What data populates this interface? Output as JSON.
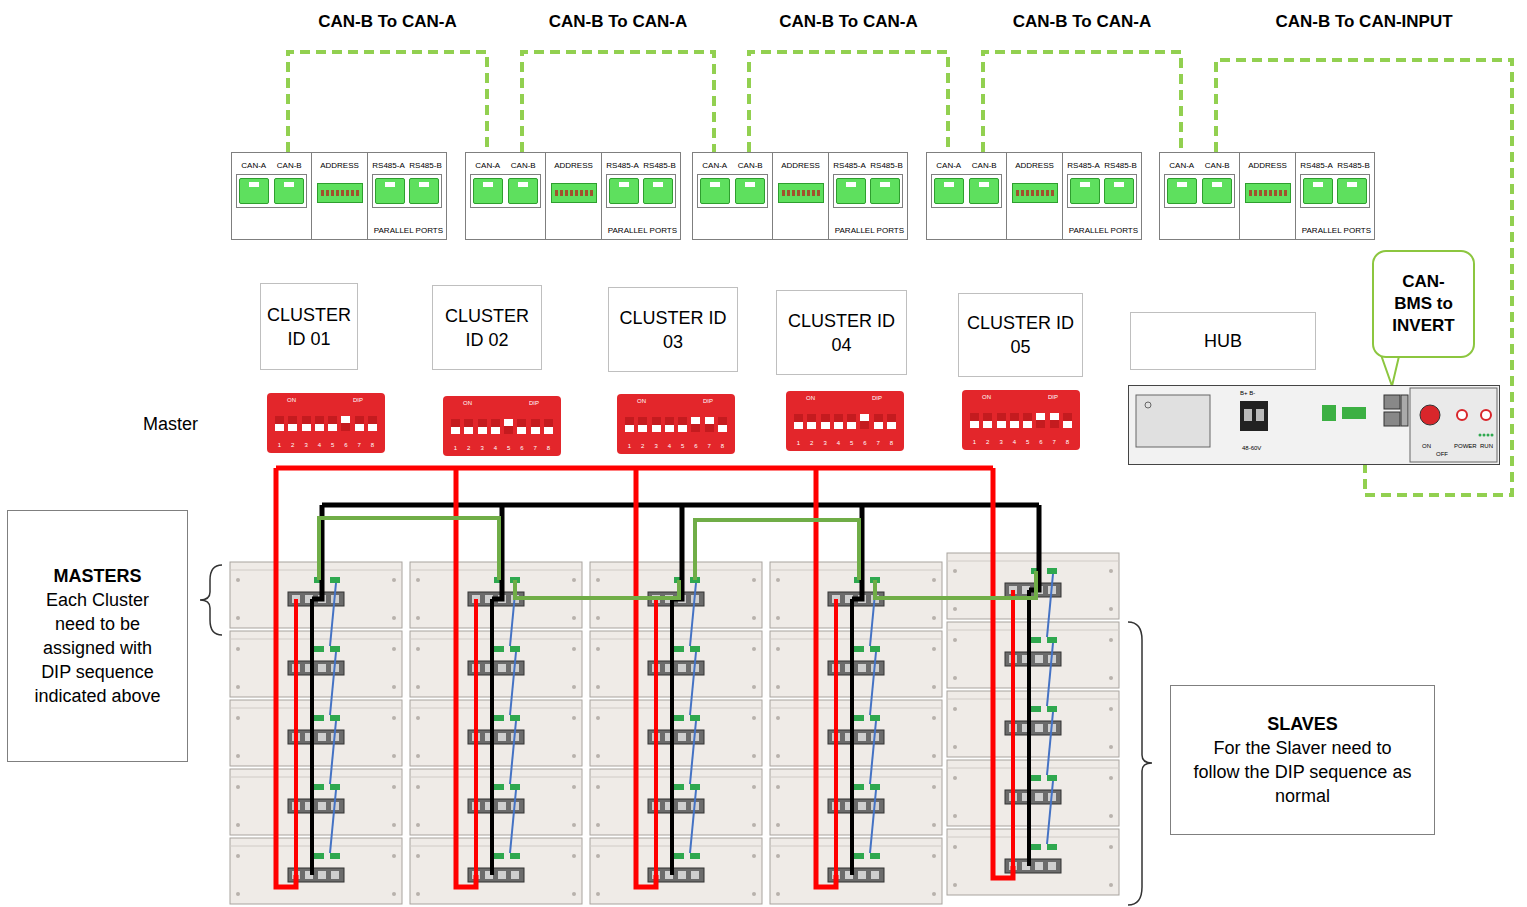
{
  "diagram": {
    "nodes": [
      {
        "text": [
          "CAN-A",
          "CAN-B",
          "ADDRESS",
          "RS485-A",
          "RS485-B",
          "PARALLEL PORTS"
        ]
      },
      {
        "text": [
          "CAN-A",
          "CAN-B",
          "ADDRESS",
          "RS485-A",
          "RS485-B",
          "PARALLEL PORTS"
        ]
      },
      {
        "text": [
          "CAN-A",
          "CAN-B",
          "ADDRESS",
          "RS485-A",
          "RS485-B",
          "PARALLEL PORTS"
        ]
      },
      {
        "text": [
          "CAN-A",
          "CAN-B",
          "ADDRESS",
          "RS485-A",
          "RS485-B",
          "PARALLEL PORTS"
        ]
      },
      {
        "text": [
          "CAN-A",
          "CAN-B",
          "ADDRESS",
          "RS485-A",
          "RS485-B",
          "PARALLEL PORTS"
        ]
      },
      {
        "text": [
          "CAN-BMS to INVERT"
        ]
      },
      {
        "text": [
          "CLUSTER ID 01"
        ]
      },
      {
        "text": [
          "CLUSTER ID 02"
        ]
      },
      {
        "text": [
          "CLUSTER ID 03"
        ]
      },
      {
        "text": [
          "CLUSTER ID 04"
        ]
      },
      {
        "text": [
          "CLUSTER ID 05"
        ]
      },
      {
        "text": [
          "HUB"
        ]
      },
      {
        "text": [
          "ON",
          "DIP",
          "1",
          "2",
          "3",
          "4",
          "5",
          "6",
          "7",
          "8"
        ]
      },
      {
        "text": [
          "ON",
          "DIP",
          "1",
          "2",
          "3",
          "4",
          "5",
          "6",
          "7",
          "8"
        ]
      },
      {
        "text": [
          "ON",
          "DIP",
          "1",
          "2",
          "3",
          "4",
          "5",
          "6",
          "7",
          "8"
        ]
      },
      {
        "text": [
          "ON",
          "DIP",
          "1",
          "2",
          "3",
          "4",
          "5",
          "6",
          "7",
          "8"
        ]
      },
      {
        "text": [
          "ON",
          "DIP",
          "1",
          "2",
          "3",
          "4",
          "5",
          "6",
          "7",
          "8"
        ]
      },
      {
        "text": [
          "B+ B-",
          "48-60V",
          "ON",
          "OFF",
          "POWER",
          "RUN"
        ]
      },
      {
        "text": [
          "MASTERS",
          "Each Cluster need to be assigned with DIP sequence indicated above"
        ]
      },
      {
        "text": [
          "SLAVES",
          "For the Slaver need to follow the DIP sequence as normal"
        ]
      }
    ],
    "edges": [
      {
        "from": 0,
        "to": 1,
        "label": "CAN-B To CAN-A",
        "arrow": "none"
      },
      {
        "from": 1,
        "to": 2,
        "label": "CAN-B To CAN-A",
        "arrow": "none"
      },
      {
        "from": 2,
        "to": 3,
        "label": "CAN-B To CAN-A",
        "arrow": "none"
      },
      {
        "from": 3,
        "to": 4,
        "label": "CAN-B To CAN-A",
        "arrow": "none"
      },
      {
        "from": 4,
        "to": 17,
        "label": "CAN-B To CAN-INPUT",
        "arrow": "none"
      }
    ],
    "labels": [
      "Master"
    ]
  }
}
